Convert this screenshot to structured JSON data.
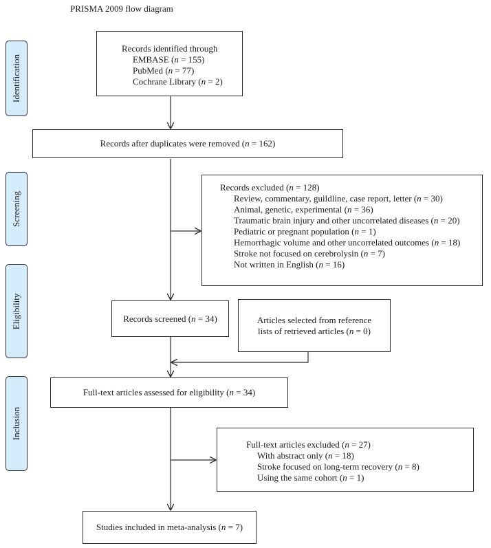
{
  "title": "PRISMA 2009 flow diagram",
  "stages": {
    "identification": "Identification",
    "screening": "Screening",
    "eligibility": "Eligibility",
    "inclusion": "Inclusion"
  },
  "boxes": {
    "identified": {
      "heading": "Records identified through",
      "sources": [
        {
          "name": "EMBASE",
          "n": "155"
        },
        {
          "name": "PubMed",
          "n": "77"
        },
        {
          "name": "Cochrane Library",
          "n": "2"
        }
      ]
    },
    "after_duplicates": {
      "text": "Records after duplicates were removed",
      "n": "162"
    },
    "excluded": {
      "heading": "Records excluded",
      "n": "128",
      "reasons": [
        {
          "text": "Review, commentary, guildline, case report, letter",
          "n": "30"
        },
        {
          "text": "Animal, genetic, experimental",
          "n": "36"
        },
        {
          "text": "Traumatic brain injury and other uncorrelated diseases",
          "n": "20"
        },
        {
          "text": "Pediatric or pregnant population",
          "n": "1"
        },
        {
          "text": "Hemorrhagic volume and other uncorrelated outcomes",
          "n": "18"
        },
        {
          "text": "Stroke not focused on cerebrolysin",
          "n": "7"
        },
        {
          "text": "Not written in English",
          "n": "16"
        }
      ]
    },
    "screened": {
      "text": "Records screened",
      "n": "34"
    },
    "reference_lists": {
      "line1": "Articles selected from reference",
      "line2": "lists of retrieved articles",
      "n": "0"
    },
    "fulltext_assessed": {
      "text": "Full-text articles assessed for eligibility",
      "n": "34"
    },
    "fulltext_excluded": {
      "heading": "Full-text articles excluded",
      "n": "27",
      "reasons": [
        {
          "text": "With abstract only",
          "n": "18"
        },
        {
          "text": "Stroke focused on long-term recovery",
          "n": "8"
        },
        {
          "text": "Using the same cohort",
          "n": "1"
        }
      ]
    },
    "included": {
      "text": "Studies included in meta-analysis",
      "n": "7"
    }
  },
  "n_symbol": "n"
}
